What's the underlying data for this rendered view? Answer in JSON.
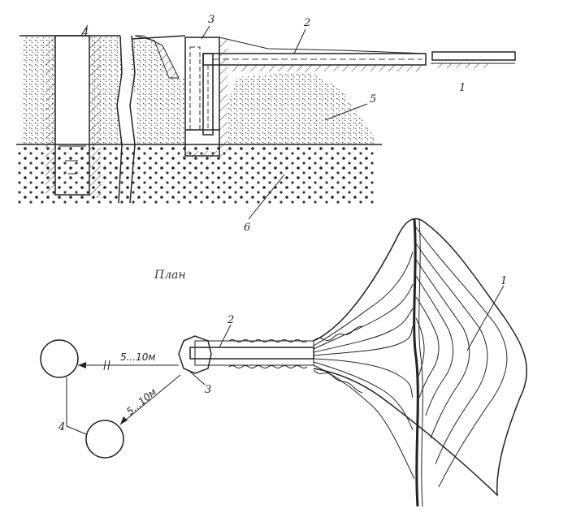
{
  "section": {
    "labels": [
      "4",
      "3",
      "2",
      "1",
      "5",
      "6"
    ]
  },
  "plan": {
    "title": "План",
    "dimension_1": "5...10м",
    "dimension_2": "5...10м",
    "labels": [
      "2",
      "3",
      "4",
      "1"
    ]
  }
}
